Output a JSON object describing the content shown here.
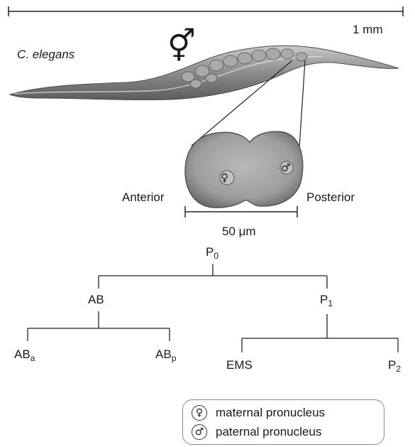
{
  "scale_bar_top": {
    "label": "1 mm"
  },
  "species": {
    "name": "C. elegans",
    "sex_symbol": "⚥"
  },
  "embryo": {
    "anterior_label": "Anterior",
    "posterior_label": "Posterior",
    "scale_label": "50 μm",
    "maternal_symbol": "♀",
    "paternal_symbol": "♂"
  },
  "lineage": {
    "p0": {
      "base": "P",
      "sub": "0"
    },
    "ab": {
      "base": "AB",
      "sub": ""
    },
    "p1": {
      "base": "P",
      "sub": "1"
    },
    "aba": {
      "base": "AB",
      "sub": "a"
    },
    "abp": {
      "base": "AB",
      "sub": "p"
    },
    "ems": {
      "base": "EMS",
      "sub": ""
    },
    "p2": {
      "base": "P",
      "sub": "2"
    }
  },
  "legend": {
    "maternal": {
      "symbol": "♀",
      "text": "maternal pronucleus"
    },
    "paternal": {
      "symbol": "♂",
      "text": "paternal pronucleus"
    }
  }
}
